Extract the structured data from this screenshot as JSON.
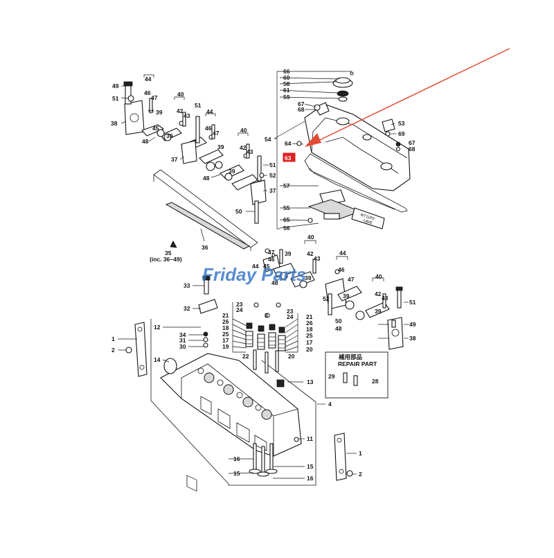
{
  "watermark": {
    "text": "Friday Parts",
    "color": "#3a78c9"
  },
  "group": {
    "number": "35",
    "note": "(inc. 36~49)"
  },
  "repair_box": {
    "title_jp": "補用部品",
    "title_en": "REPAIR PART",
    "items": [
      "29",
      "28"
    ]
  },
  "sealant_tube": {
    "text_1": "WT11P0",
    "text_2": "-UB/E"
  },
  "highlight": {
    "part": "63",
    "color": "#e02020",
    "arrow_color": "#e24a33"
  },
  "parts": {
    "p66": "66",
    "p60": "60",
    "p58": "58",
    "p61": "61",
    "p59": "59",
    "p67a": "67",
    "p68a": "68",
    "p53": "53",
    "p69": "69",
    "p67b": "67",
    "p68b": "68",
    "p54": "54",
    "p64": "64",
    "p57": "57",
    "p55": "55",
    "p65": "65",
    "p56": "56",
    "tl49": "49",
    "tl51a": "51",
    "tl44a": "44",
    "tl46a": "46",
    "tl47a": "47",
    "tl39a": "39",
    "tl38": "38",
    "tl48a": "48",
    "tl45a": "45",
    "tl40a": "40",
    "tl42a": "42",
    "tl43a": "43",
    "tl39b": "39",
    "tl51b": "51",
    "tl44b": "44",
    "tl46b": "46",
    "tl47b": "47",
    "tl39c": "39",
    "tl37a": "37",
    "tl48b": "48",
    "tl40b": "40",
    "tl42b": "42",
    "tl43b": "43",
    "tl39d": "39",
    "tl51c": "51",
    "tl52": "52",
    "tl37b": "37",
    "tl50": "50",
    "tl36": "36",
    "m47": "47",
    "m46": "46",
    "m45": "45",
    "m44a": "44",
    "m39a": "39",
    "m48a": "48",
    "m40": "40",
    "m42": "42",
    "m43": "43",
    "m39b": "39",
    "r44": "44",
    "r46": "46",
    "r47": "47",
    "r39a": "39",
    "r52": "52",
    "r50": "50",
    "r48": "48",
    "r40": "40",
    "r42": "42",
    "r43": "43",
    "r39b": "39",
    "r51": "51",
    "r49": "49",
    "r38": "38",
    "h33": "33",
    "h32": "32",
    "h12": "12",
    "h1a": "1",
    "h2a": "2",
    "h14": "14",
    "h34": "34",
    "h31": "31",
    "h30": "30",
    "v23a": "23",
    "v24a": "24",
    "v21a": "21",
    "v26a": "26",
    "v18a": "18",
    "v25a": "25",
    "v17a": "17",
    "v19a": "19",
    "v22a": "22",
    "v3": "3",
    "v23b": "23",
    "v24b": "24",
    "v21b": "21",
    "v26b": "26",
    "v18b": "18",
    "v25b": "25",
    "v17b": "17",
    "v20a": "20",
    "v20b": "20",
    "h13": "13",
    "h4": "4",
    "h11": "11",
    "h1b": "1",
    "h2b": "2",
    "h16a": "16",
    "h15a": "15",
    "h15b": "15",
    "h16b": "16"
  }
}
